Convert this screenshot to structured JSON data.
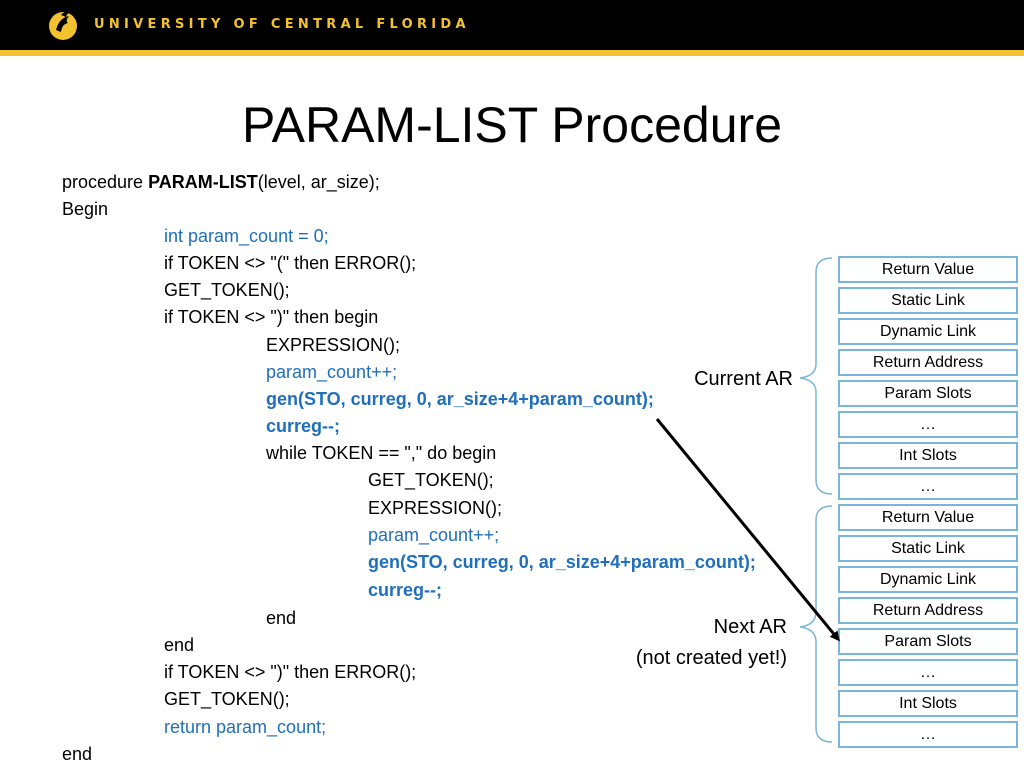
{
  "header": {
    "university_name": "UNIVERSITY OF CENTRAL FLORIDA",
    "logo_icon": "pegasus-logo-icon",
    "bar_color": "#000000",
    "accent_color": "#f2c230"
  },
  "slide": {
    "title": "PARAM-LIST Procedure"
  },
  "code": {
    "line_1_prefix": "procedure ",
    "line_1_name": "PARAM-LIST",
    "line_1_suffix": "(level, ar_size);",
    "line_2": "Begin",
    "line_3": "int param_count = 0;",
    "line_4": "if TOKEN <> \"(\" then ERROR();",
    "line_5": "GET_TOKEN();",
    "line_6": "if TOKEN <> \")\" then begin",
    "line_7": "EXPRESSION();",
    "line_8": "param_count++;",
    "line_9": "gen(STO, curreg, 0, ar_size+4+param_count);",
    "line_10": "curreg--;",
    "line_11": "while TOKEN == \",\" do begin",
    "line_12": "GET_TOKEN();",
    "line_13": " EXPRESSION();",
    "line_14": "param_count++;",
    "line_15": "gen(STO, curreg, 0, ar_size+4+param_count);",
    "line_16": "curreg--;",
    "line_17": "end",
    "line_18": "end",
    "line_19": "if TOKEN <> \")\" then ERROR();",
    "line_20": "GET_TOKEN();",
    "line_21": "return param_count;",
    "line_22": "end",
    "highlight_color": "#1f6fbd"
  },
  "diagram": {
    "current_ar_label": "Current AR",
    "next_ar_label_line1": "Next AR",
    "next_ar_label_line2": "(not created yet!)",
    "cell_border_color": "#7ab6d9",
    "current_ar": [
      "Return Value",
      "Static Link",
      "Dynamic Link",
      "Return Address",
      "Param Slots",
      "…",
      "Int Slots",
      "…"
    ],
    "next_ar": [
      "Return Value",
      "Static Link",
      "Dynamic Link",
      "Return Address",
      "Param Slots",
      "…",
      "Int Slots",
      "…"
    ]
  }
}
